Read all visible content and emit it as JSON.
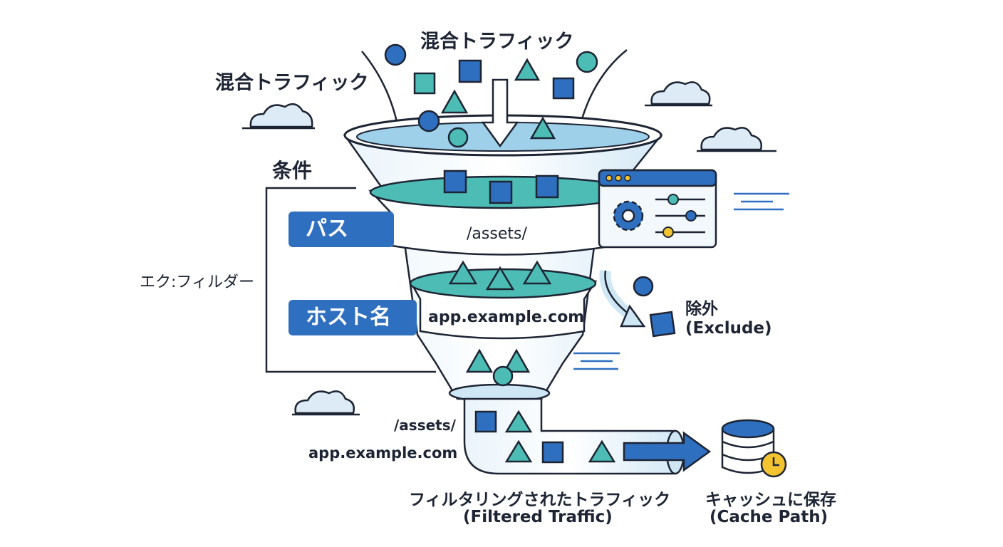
{
  "title_top": "混合トラフィック",
  "title_left": "混合トラフィック",
  "conditions_label": "条件",
  "filter_group_label": "エク:フィルダー",
  "path_tag": "パス",
  "path_value": "/assets/",
  "host_tag": "ホスト名",
  "host_value": "app.example.com",
  "exclude_label": "除外",
  "exclude_label_en": "(Exclude)",
  "pipe_path": "/assets/",
  "pipe_host": "app.example.com",
  "filtered_label": "フィルタリングされたトラフィック",
  "filtered_label_en": "(Filtered Traffic)",
  "cache_label": "キャッシュに保存",
  "cache_label_en": "(Cache Path)",
  "colors": {
    "dark_blue": "#2f6fbf",
    "teal": "#4cbcb5",
    "light_blue": "#cfe7f5",
    "outline": "#1d2433",
    "clock_yellow": "#f4c430"
  }
}
